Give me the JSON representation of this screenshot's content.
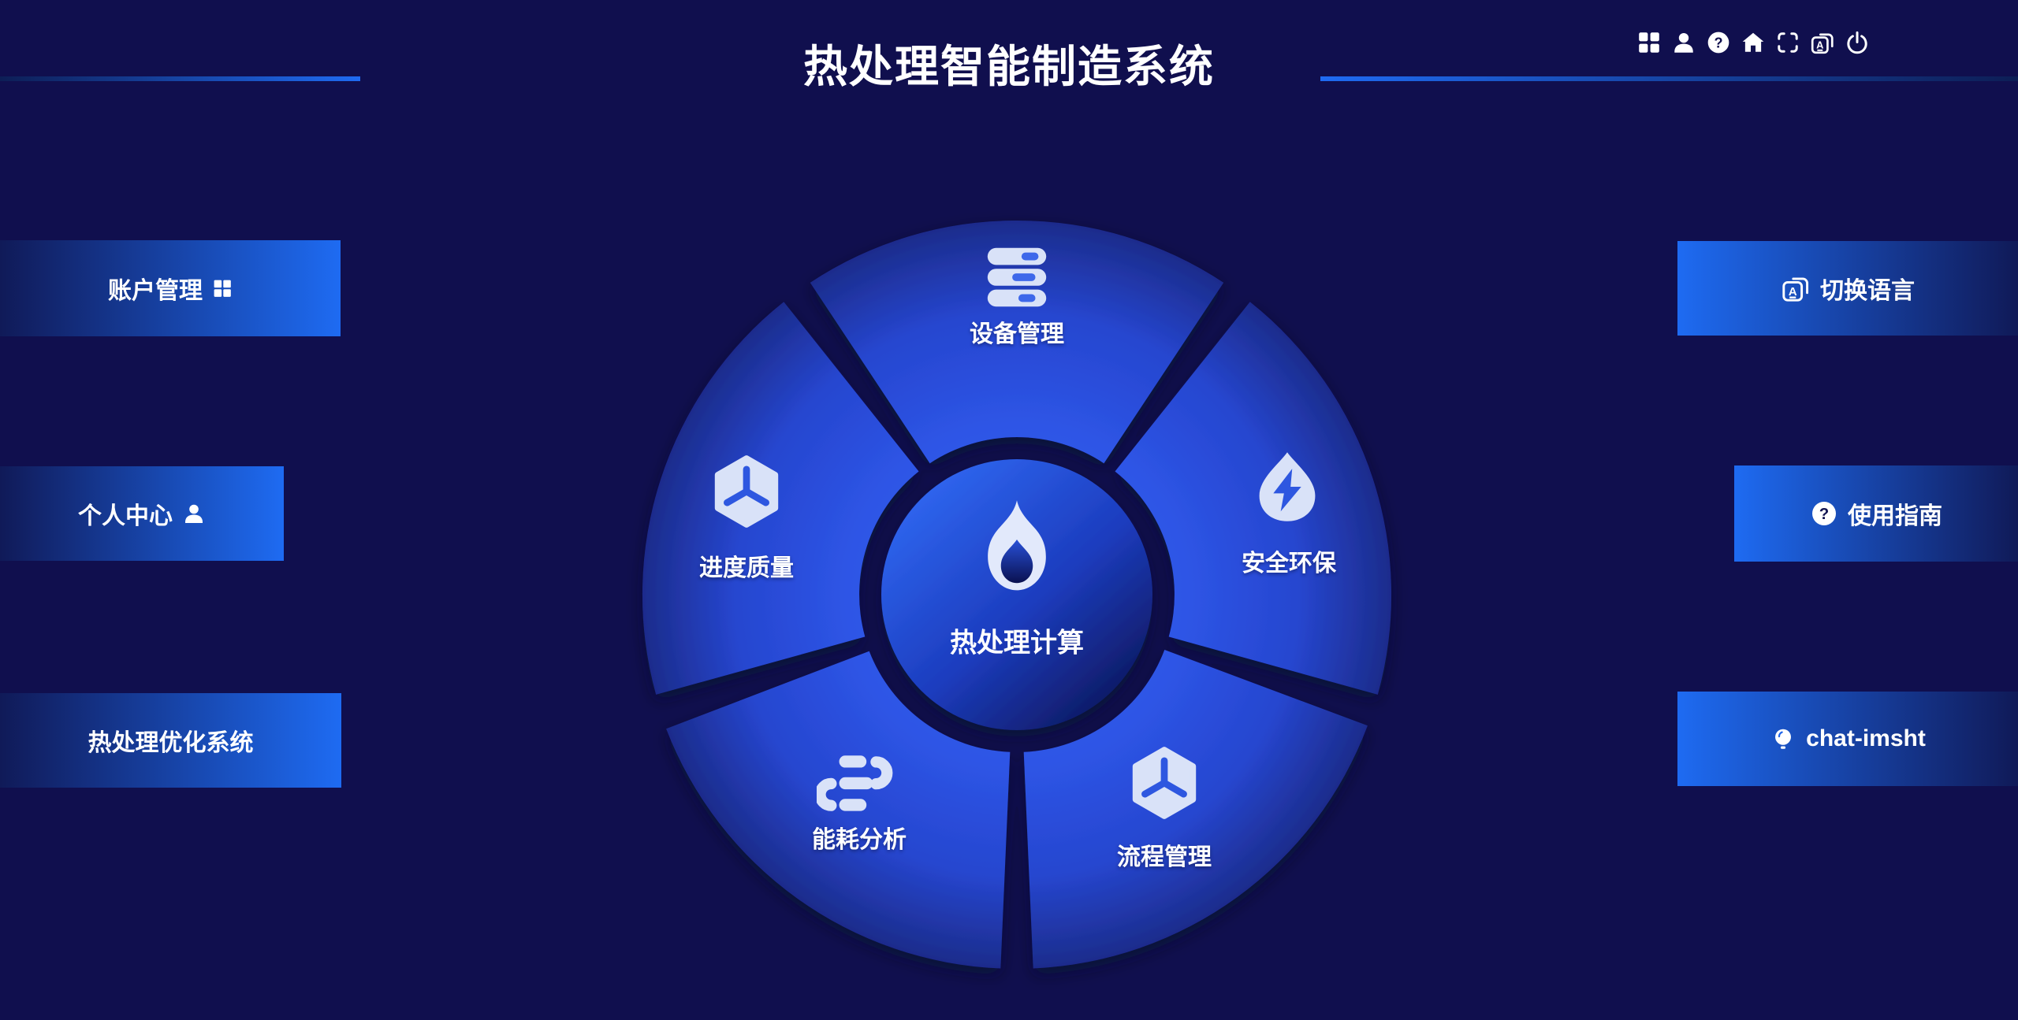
{
  "app": {
    "title": "热处理智能制造系统"
  },
  "toolbar": {
    "icons": [
      "apps-grid",
      "user",
      "help",
      "home",
      "fullscreen",
      "translate",
      "power"
    ]
  },
  "left_nav": {
    "account": {
      "label": "账户管理",
      "icon": "apps-grid-icon"
    },
    "profile": {
      "label": "个人中心",
      "icon": "user-icon"
    },
    "optimization": {
      "label": "热处理优化系统",
      "icon": null
    }
  },
  "right_nav": {
    "language": {
      "label": "切换语言",
      "icon": "translate-icon"
    },
    "guide": {
      "label": "使用指南",
      "icon": "help-icon"
    },
    "chat": {
      "label": "chat-imsht",
      "icon": "lightbulb-icon"
    }
  },
  "wheel": {
    "center": {
      "label": "热处理计算",
      "icon": "flame-icon"
    },
    "segments": {
      "top": {
        "label": "设备管理",
        "icon": "server-stack-icon"
      },
      "upper_right": {
        "label": "安全环保",
        "icon": "water-drop-bolt-icon"
      },
      "lower_right": {
        "label": "流程管理",
        "icon": "cube-icon"
      },
      "lower_left": {
        "label": "能耗分析",
        "icon": "flow-pills-icon"
      },
      "upper_left": {
        "label": "进度质量",
        "icon": "cube-icon"
      }
    }
  },
  "colors": {
    "background": "#100f4e",
    "accent_blue": "#1f6bf2",
    "petal_bright": "#2e55e6",
    "petal_dark": "#1c2b8a",
    "center_top": "#3068f2",
    "center_bottom": "#0d175c",
    "icon_light": "#dbe3f8",
    "icon_blue": "#3a63e8",
    "text": "#ffffff"
  }
}
